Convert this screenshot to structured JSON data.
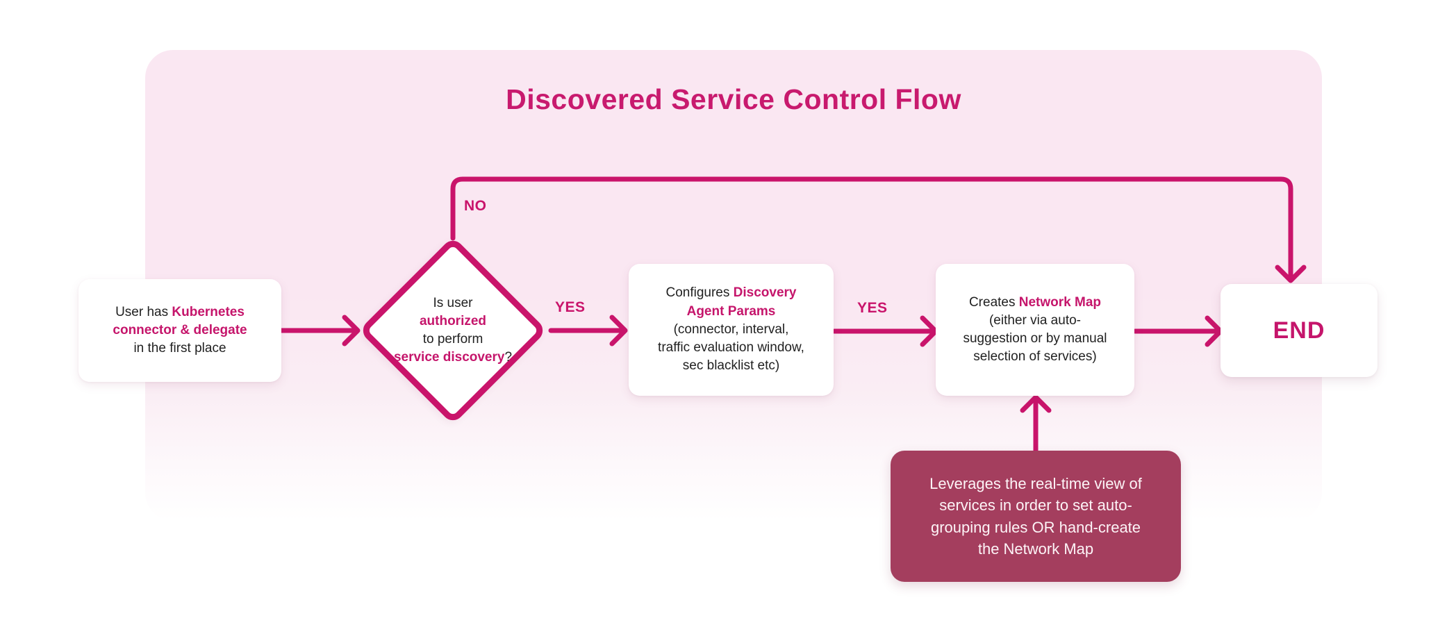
{
  "title": "Discovered Service Control Flow",
  "colors": {
    "accent_pink": "#C9146B",
    "accent_text_pink": "#C5156B",
    "title_pink": "#C81A6E",
    "canvas_pink": "#FAE7F2",
    "note_maroon": "#A43E5E",
    "node_background": "#FFFFFF",
    "body_text": "#212121"
  },
  "edge_labels": {
    "no": "NO",
    "yes1": "YES",
    "yes2": "YES"
  },
  "nodes": {
    "start": {
      "line1_text": "User has ",
      "line1_accent": "Kubernetes",
      "line2_accent": "connector & delegate",
      "line3_text": "in the first place"
    },
    "decision": {
      "line1": "Is user",
      "line2_accent": "authorized",
      "line3": "to perform",
      "line4_accent": "service discovery",
      "line4_suffix": "?"
    },
    "configure": {
      "line1_text": "Configures ",
      "line1_accent": "Discovery",
      "line2_accent": "Agent Params",
      "line3": "(connector, interval,",
      "line4": "traffic evaluation window,",
      "line5": "sec blacklist etc)"
    },
    "create_map": {
      "line1_text": "Creates ",
      "line1_accent": "Network Map",
      "line2": "(either via auto-",
      "line3": "suggestion or by manual",
      "line4": "selection of services)"
    },
    "end": {
      "label": "END"
    },
    "note": {
      "line1": "Leverages the real-time view of",
      "line2": "services in order to set auto-",
      "line3": "grouping rules OR hand-create",
      "line4": "the Network Map"
    }
  }
}
